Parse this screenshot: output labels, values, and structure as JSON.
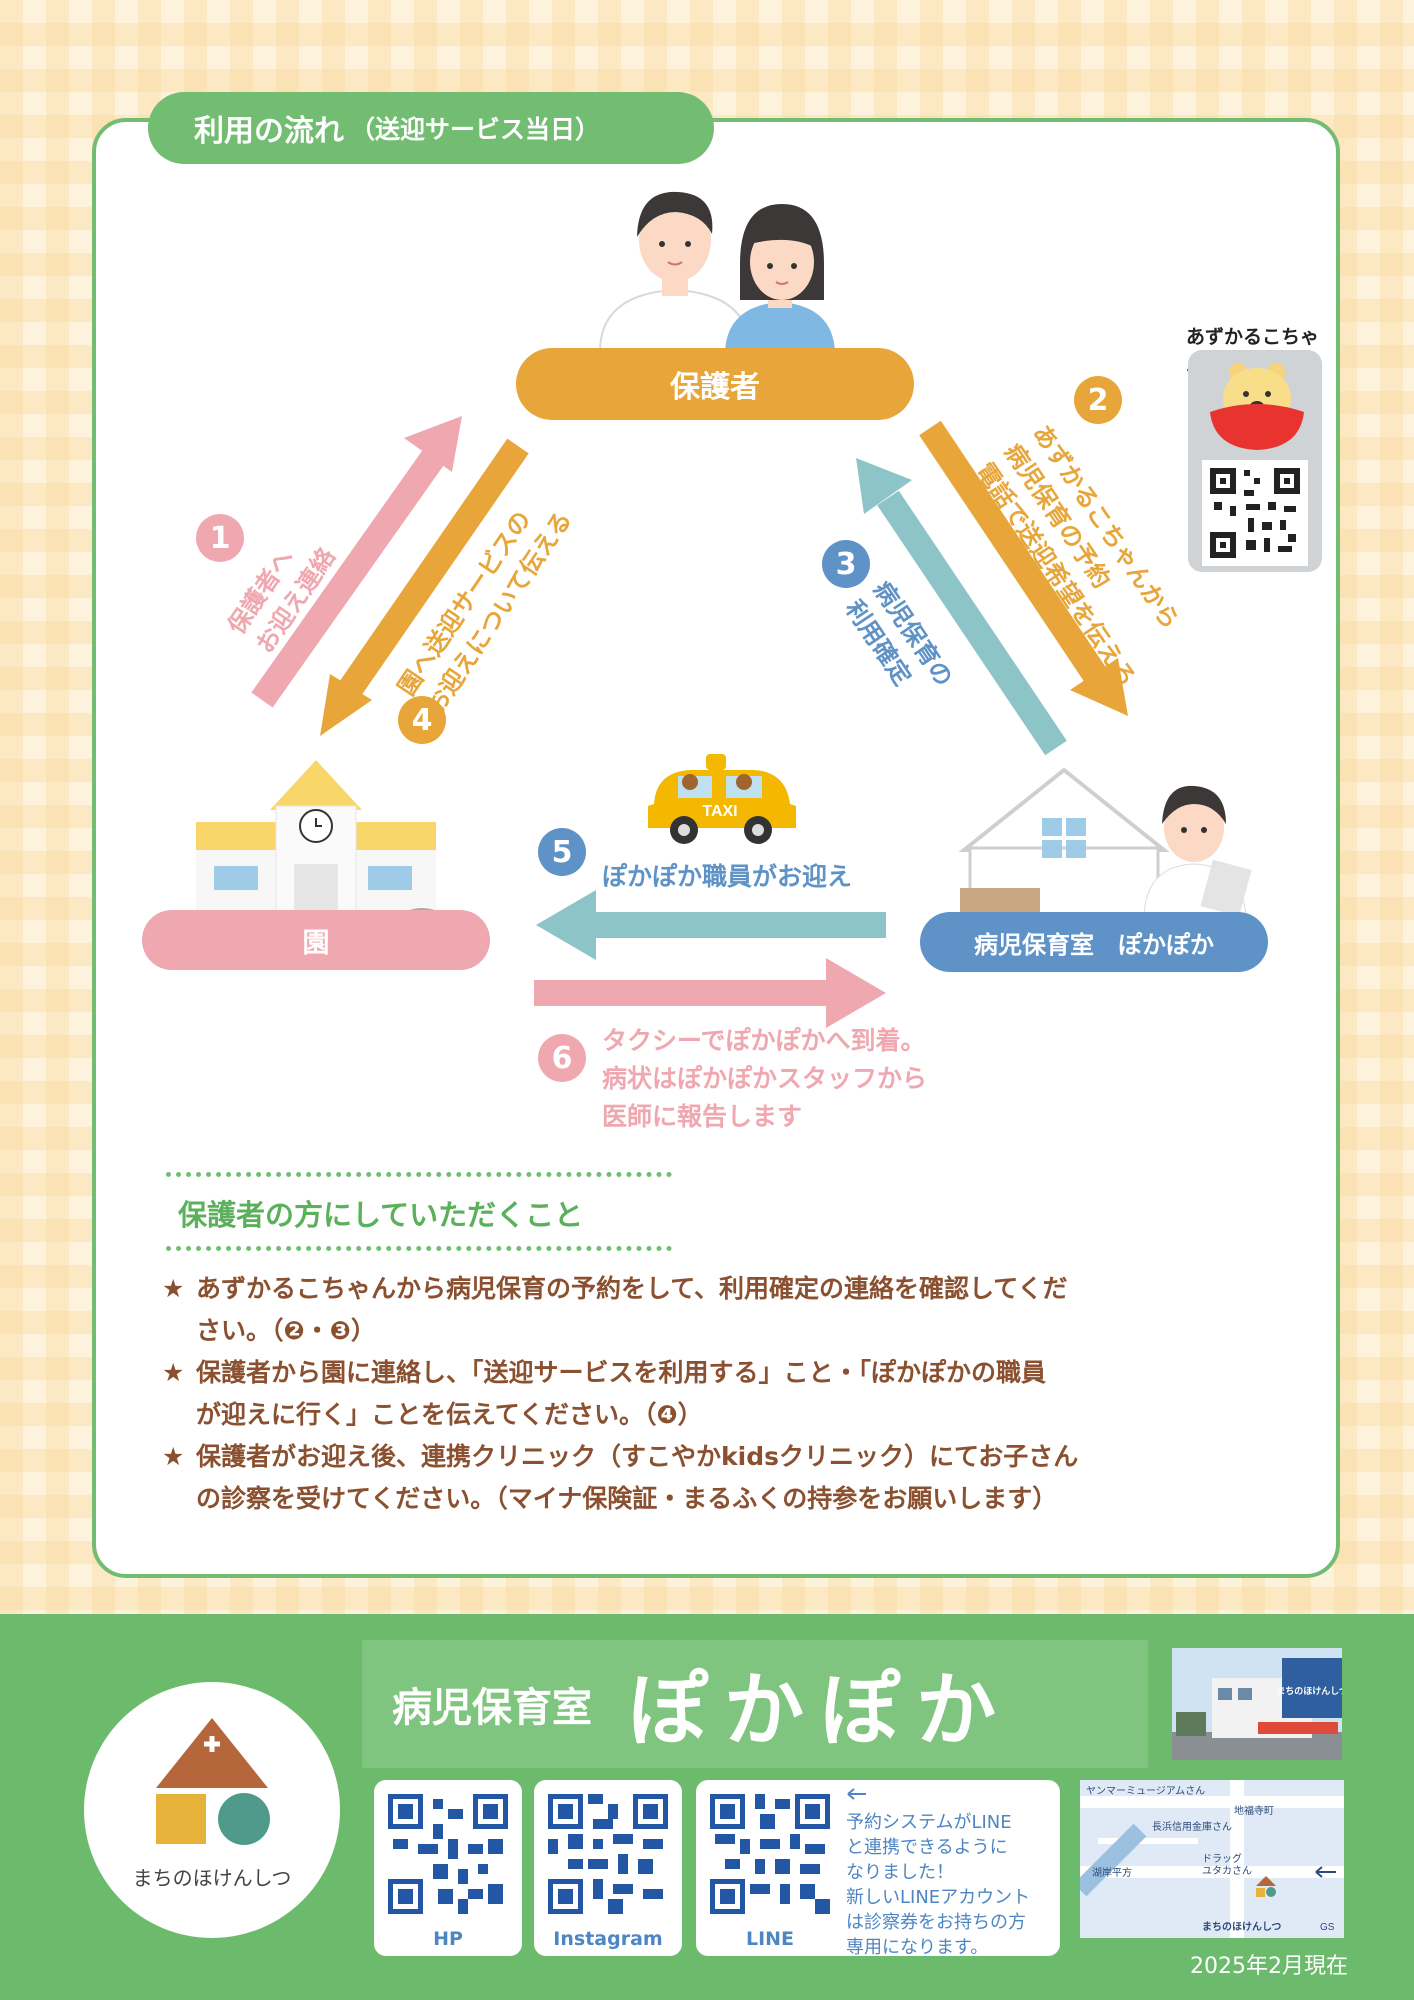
{
  "title": {
    "main": "利用の流れ",
    "sub": "（送迎サービス当日）"
  },
  "nodes": {
    "guardian": "保護者",
    "kindergarten": "園",
    "nursery": "病児保育室　ぽかぽか"
  },
  "steps": {
    "s1": {
      "num": "1",
      "lines": [
        "保護者へ",
        "お迎え連絡"
      ]
    },
    "s2": {
      "num": "2",
      "lines": [
        "あずかるこちゃんから",
        "病児保育の予約",
        "電話で送迎希望を伝える"
      ]
    },
    "s3": {
      "num": "3",
      "lines": [
        "病児保育の",
        "利用確定"
      ]
    },
    "s4": {
      "num": "4",
      "lines": [
        "園へ送迎サービスの",
        "お迎えについて伝える"
      ]
    },
    "s5": {
      "num": "5",
      "text": "ぽかぽか職員がお迎え"
    },
    "s6": {
      "num": "6",
      "lines": [
        "タクシーでぽかぽかへ到着。",
        "病状はぽかぽかスタッフから",
        "医師に報告します"
      ]
    }
  },
  "taxi_sign": "TAXI",
  "azukaruko_label": "あずかるこちゃん",
  "guardian_section": {
    "title": "保護者の方にしていただくこと",
    "items": [
      {
        "star": "★",
        "line1": "あずかるこちゃんから病児保育の予約をして、利用確定の連絡を確認してくだ",
        "line2": "さい。（❷・❸）"
      },
      {
        "star": "★",
        "line1": "保護者から園に連絡し、「送迎サービスを利用する」こと・「ぽかぽかの職員",
        "line2": "が迎えに行く」ことを伝えてください。（❹）"
      },
      {
        "star": "★",
        "line1": "保護者がお迎え後、連携クリニック（すこやかkidsクリニック）にてお子さん",
        "line2": "の診察を受けてください。（マイナ保険証・まるふくの持参をお願いします）"
      }
    ]
  },
  "footer": {
    "name_prefix": "病児保育室",
    "name_main": "ぽかぽか",
    "logo_text": "まちのほけんしつ",
    "qr": [
      {
        "label": "HP"
      },
      {
        "label": "Instagram"
      },
      {
        "label": "LINE"
      }
    ],
    "line_note": [
      "予約システムがLINE",
      "と連携できるように",
      "なりました！",
      "新しいLINEアカウント",
      "は診察券をお持ちの方",
      "専用になります。"
    ],
    "map_labels": [
      "ヤンマーミュージアムさん",
      "地福寺町",
      "長浜信用金庫さん",
      "ドラッグ",
      "ユタカさん",
      "湖岸平方",
      "まちのほけんしつ",
      "GS"
    ],
    "sign_text": "まちのほけんしつ",
    "date": "2025年2月現在"
  },
  "colors": {
    "green": "#72bd72",
    "orange": "#e8a63a",
    "pink": "#f0a8b0",
    "blue": "#5f92c6",
    "teal": "#8cc4c8",
    "brown": "#8a5030"
  }
}
